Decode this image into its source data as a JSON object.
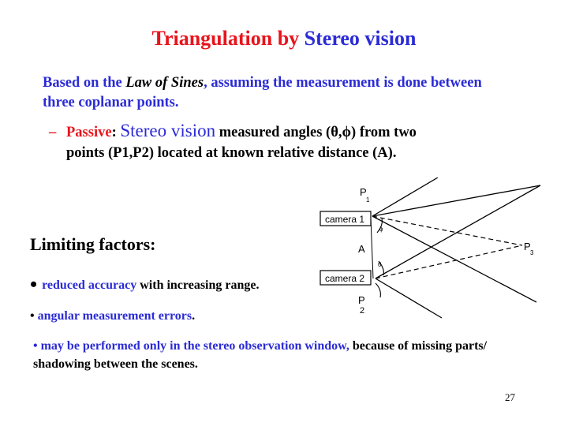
{
  "slide": {
    "title_part1": "Triangulation by",
    "title_part2": "Stereo vision",
    "intro": {
      "part1": "Based on the ",
      "italic": "Law of Sines",
      "part2": ", assuming the measurement is done between three coplanar points."
    },
    "passive": {
      "dash": "–",
      "label": "Passive",
      "colon": ":",
      "stereo": "Stereo vision",
      "line1_rest": "measured angles (θ,ϕ) from two",
      "line2": "points (P1,P2) located at known relative distance (A)."
    },
    "limiting_heading": "Limiting factors:",
    "bullets": {
      "b1_dot": "•",
      "b1_colored": "reduced accuracy",
      "b1_rest": " with increasing range.",
      "b2_dot": "•",
      "b2_colored": "angular measurement errors",
      "b2_rest": ".",
      "b3_colored": "• may be performed only in the stereo  observation window,",
      "b3_rest": " because of missing parts/ shadowing between the scenes."
    },
    "page_number": "27",
    "diagram": {
      "p1_label": "P",
      "p1_sub": "1",
      "p2_label": "P",
      "p2_sub": "2",
      "p3_label": "P",
      "p3_sub": "3",
      "camera1": "camera 1",
      "camera2": "camera 2",
      "a_label": "A",
      "phi_label": "ϕ",
      "theta_label": "θ"
    }
  }
}
